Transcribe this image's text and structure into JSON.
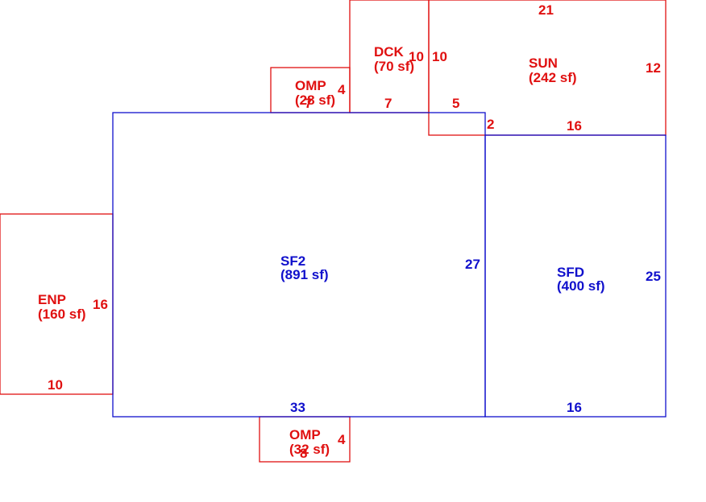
{
  "areas": [
    {
      "id": "sf2",
      "code": "SF2",
      "area": "(891 sf)",
      "color": "#1010cc",
      "dims": [
        "33",
        "27"
      ]
    },
    {
      "id": "sfd",
      "code": "SFD",
      "area": "(400 sf)",
      "color": "#1010cc",
      "dims": [
        "16",
        "25"
      ]
    },
    {
      "id": "sun",
      "code": "SUN",
      "area": "(242 sf)",
      "color": "#e01010",
      "dims": [
        "21",
        "12",
        "16",
        "2",
        "5",
        "10"
      ]
    },
    {
      "id": "dck",
      "code": "DCK",
      "area": "(70 sf)",
      "color": "#e01010",
      "dims": [
        "10",
        "7"
      ]
    },
    {
      "id": "omp-top",
      "code": "OMP",
      "area": "(28 sf)",
      "color": "#e01010",
      "dims": [
        "4",
        "7"
      ]
    },
    {
      "id": "enp",
      "code": "ENP",
      "area": "(160 sf)",
      "color": "#e01010",
      "dims": [
        "16",
        "10"
      ]
    },
    {
      "id": "omp-bottom",
      "code": "OMP",
      "area": "(32 sf)",
      "color": "#e01010",
      "dims": [
        "4",
        "8"
      ]
    }
  ]
}
